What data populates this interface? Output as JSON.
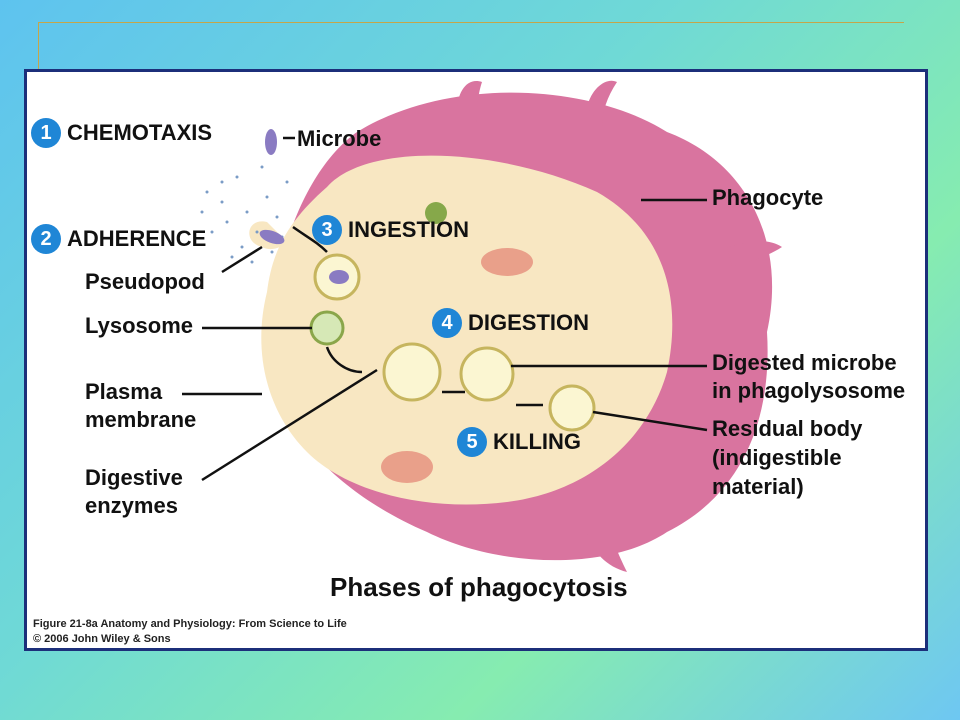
{
  "figure": {
    "phases": [
      {
        "num": "1",
        "label": "CHEMOTAXIS"
      },
      {
        "num": "2",
        "label": "ADHERENCE"
      },
      {
        "num": "3",
        "label": "INGESTION"
      },
      {
        "num": "4",
        "label": "DIGESTION"
      },
      {
        "num": "5",
        "label": "KILLING"
      }
    ],
    "labels": {
      "microbe": "Microbe",
      "phagocyte": "Phagocyte",
      "pseudopod": "Pseudopod",
      "lysosome": "Lysosome",
      "plasma_membrane_1": "Plasma",
      "plasma_membrane_2": "membrane",
      "digestive_enzymes_1": "Digestive",
      "digestive_enzymes_2": "enzymes",
      "digested_microbe_1": "Digested microbe",
      "digested_microbe_2": "in phagolysosome",
      "residual_body_1": "Residual body",
      "residual_body_2": "(indigestible",
      "residual_body_3": "material)"
    },
    "caption": "Phases of phagocytosis",
    "credit_line_1": "Figure 21-8a  Anatomy and Physiology: From Science to Life",
    "credit_line_2": "© 2006 John Wiley & Sons"
  },
  "colors": {
    "background_gradient": [
      "#5ec3ef",
      "#86ecb0"
    ],
    "frame_border": "#1c2f7a",
    "phagocyte_outer": "#d9749f",
    "phagocyte_inner": "#f8e7c2",
    "badge": "#1f86d6"
  }
}
